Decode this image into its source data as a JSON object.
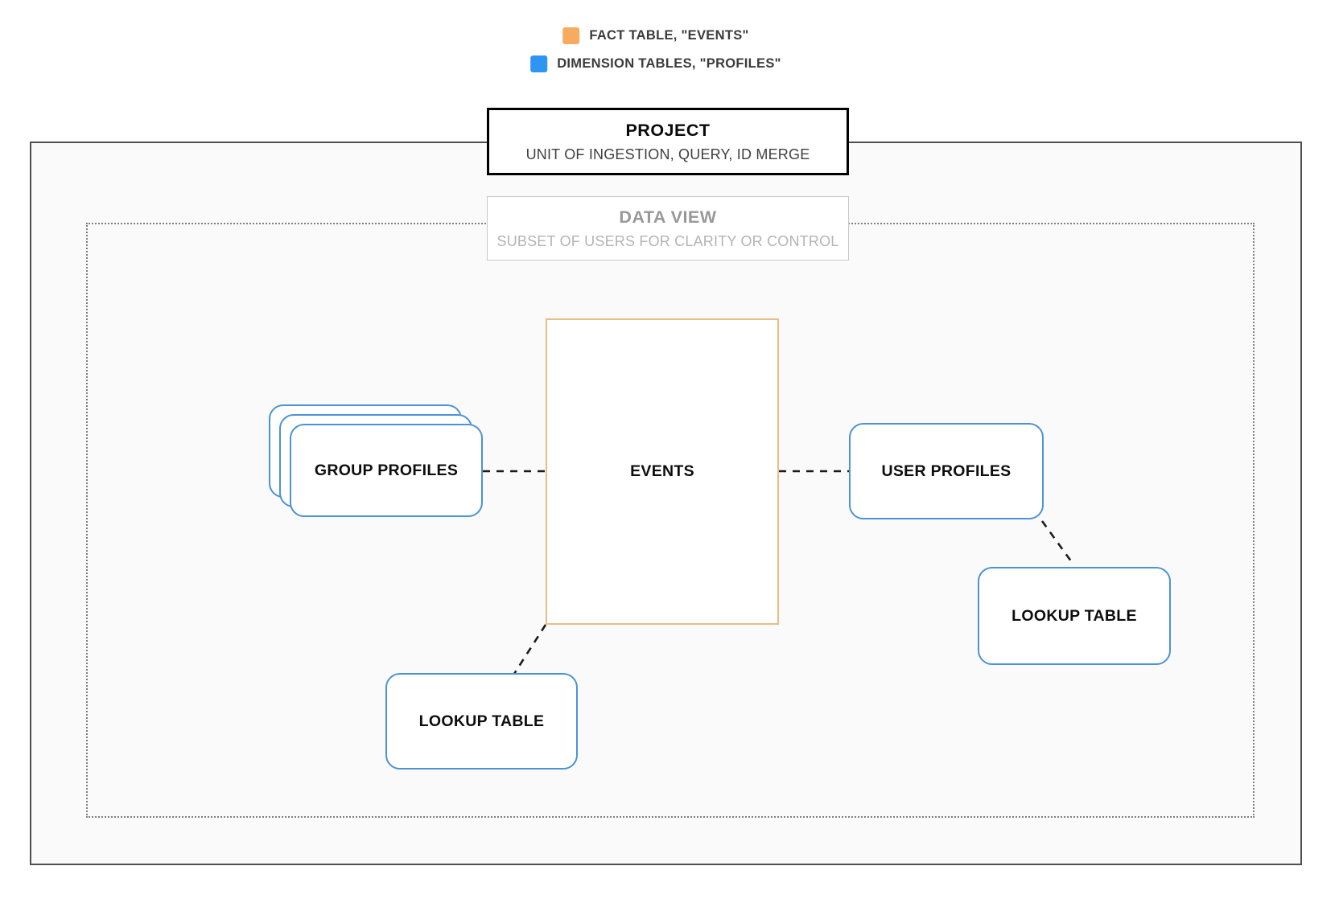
{
  "legend": {
    "items": [
      {
        "name": "fact-table",
        "label": "FACT TABLE, \"EVENTS\"",
        "color": "#F6AC60"
      },
      {
        "name": "dimension-tables",
        "label": "DIMENSION TABLES, \"PROFILES\"",
        "color": "#2E95F2"
      }
    ]
  },
  "project_box": {
    "title": "PROJECT",
    "subtitle": "UNIT OF INGESTION, QUERY, ID MERGE"
  },
  "data_view_box": {
    "title": "DATA VIEW",
    "subtitle": "SUBSET OF USERS FOR CLARITY OR CONTROL"
  },
  "nodes": {
    "events": {
      "label": "EVENTS",
      "type": "fact"
    },
    "group_profiles": {
      "label": "GROUP PROFILES",
      "type": "dimension",
      "stacked": true
    },
    "user_profiles": {
      "label": "USER PROFILES",
      "type": "dimension"
    },
    "lookup_table_right": {
      "label": "LOOKUP TABLE",
      "type": "dimension"
    },
    "lookup_table_bottom": {
      "label": "LOOKUP TABLE",
      "type": "dimension"
    }
  },
  "connections": [
    {
      "from": "group_profiles",
      "to": "events",
      "style": "dashed"
    },
    {
      "from": "events",
      "to": "user_profiles",
      "style": "dashed"
    },
    {
      "from": "user_profiles",
      "to": "lookup_table_right",
      "style": "dashed"
    },
    {
      "from": "events",
      "to": "lookup_table_bottom",
      "style": "dashed"
    }
  ],
  "colors": {
    "fact_swatch": "#F6AC60",
    "dimension_swatch": "#2E95F2",
    "fact_border": "#E9BD83",
    "dimension_border": "#4B93D4",
    "outer_border": "#4F4F4F",
    "dotted_border": "#7F7F7F",
    "connector": "#1A1A1A",
    "container_background": "#FAFAFA"
  }
}
